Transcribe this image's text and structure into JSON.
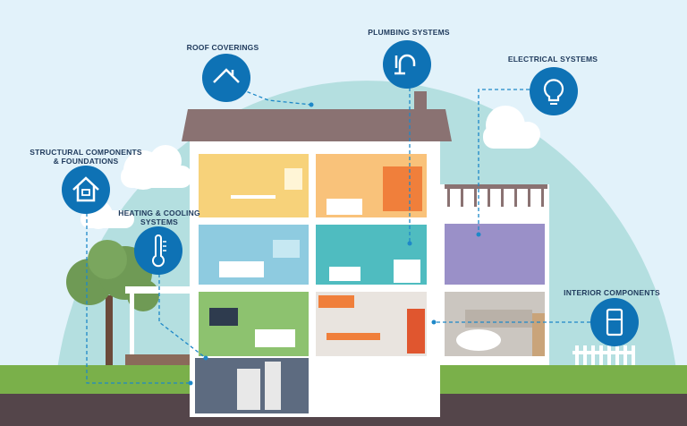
{
  "labels": {
    "roof": "ROOF COVERINGS",
    "plumbing": "PLUMBING SYSTEMS",
    "electrical": "ELECTRICAL SYSTEMS",
    "structural_1": "STRUCTURAL COMPONENTS",
    "structural_2": "& FOUNDATIONS",
    "heating_1": "HEATING & COOLING",
    "heating_2": "SYSTEMS",
    "interior": "INTERIOR COMPONENTS"
  },
  "icons": {
    "roof": "roof-icon",
    "plumbing": "faucet-icon",
    "electrical": "lightbulb-icon",
    "structural": "house-icon",
    "heating": "thermometer-icon",
    "interior": "refrigerator-icon"
  },
  "colors": {
    "sky": "#e2f2fa",
    "hill": "#b4dfe0",
    "circle": "#0e72b5",
    "label": "#1f3a5c",
    "roof": "#8a7272",
    "ground": "#7ab04a",
    "road": "#54454a"
  }
}
